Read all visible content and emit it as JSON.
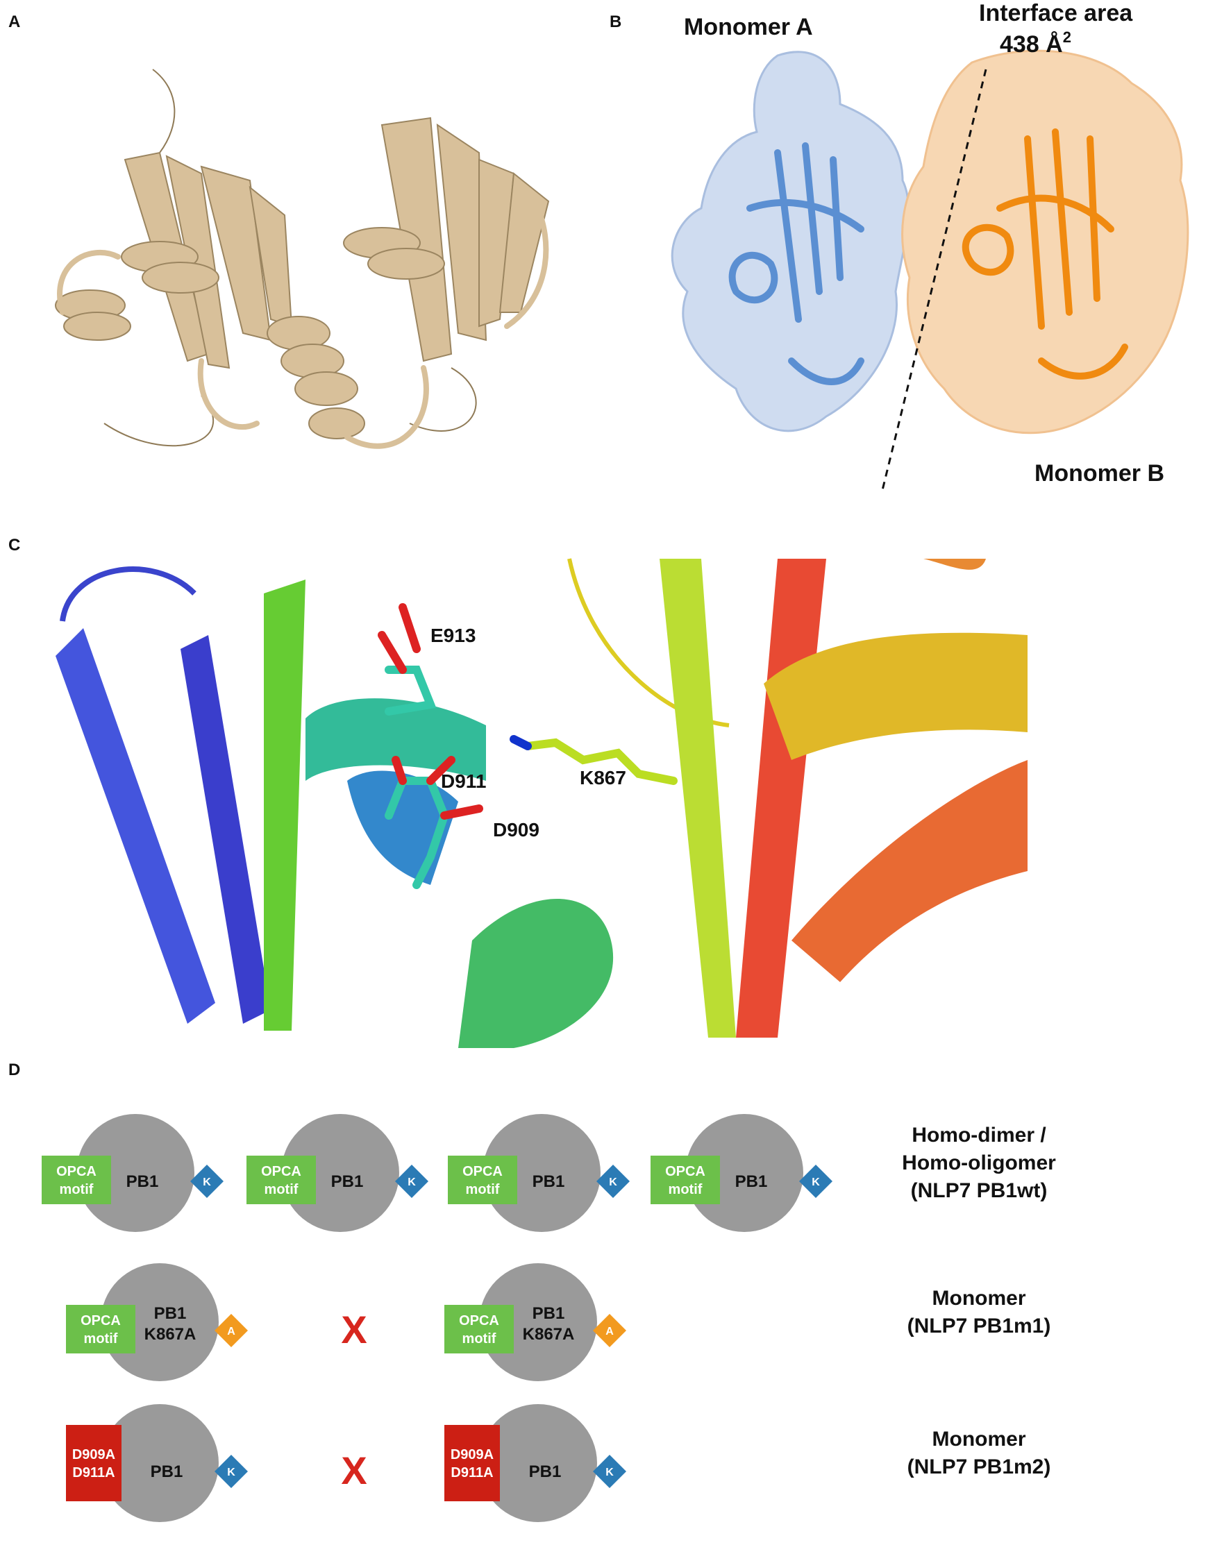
{
  "panel_labels": {
    "a": "A",
    "b": "B",
    "c": "C",
    "d": "D"
  },
  "panel_b": {
    "monomer_a": "Monomer A",
    "monomer_b": "Monomer B",
    "interface_line1": "Interface area",
    "interface_value": "438 Å",
    "interface_sup": "2"
  },
  "panel_c": {
    "residues": [
      "E913",
      "D911",
      "D909",
      "K867"
    ]
  },
  "panel_d": {
    "rows": [
      {
        "units": [
          {
            "box_line1": "OPCA",
            "box_line2": "motif",
            "box_kind": "opca",
            "circle_line1": "PB1",
            "circle_line2": "",
            "diamond": "K"
          },
          {
            "box_line1": "OPCA",
            "box_line2": "motif",
            "box_kind": "opca",
            "circle_line1": "PB1",
            "circle_line2": "",
            "diamond": "K"
          },
          {
            "box_line1": "OPCA",
            "box_line2": "motif",
            "box_kind": "opca",
            "circle_line1": "PB1",
            "circle_line2": "",
            "diamond": "K"
          },
          {
            "box_line1": "OPCA",
            "box_line2": "motif",
            "box_kind": "opca",
            "circle_line1": "PB1",
            "circle_line2": "",
            "diamond": "K"
          }
        ],
        "cross": "",
        "label": [
          "Homo-dimer /",
          "Homo-oligomer",
          "(NLP7 PB1wt)"
        ]
      },
      {
        "units": [
          {
            "box_line1": "OPCA",
            "box_line2": "motif",
            "box_kind": "opca",
            "circle_line1": "PB1",
            "circle_line2": "K867A",
            "diamond": "A"
          },
          {
            "box_line1": "OPCA",
            "box_line2": "motif",
            "box_kind": "opca",
            "circle_line1": "PB1",
            "circle_line2": "K867A",
            "diamond": "A"
          }
        ],
        "cross": "X",
        "label": [
          "Monomer",
          "(NLP7 PB1m1)"
        ]
      },
      {
        "units": [
          {
            "box_line1": "D909A",
            "box_line2": "D911A",
            "box_kind": "mut",
            "circle_line1": "PB1",
            "circle_line2": "",
            "diamond": "K"
          },
          {
            "box_line1": "D909A",
            "box_line2": "D911A",
            "box_kind": "mut",
            "circle_line1": "PB1",
            "circle_line2": "",
            "diamond": "K"
          }
        ],
        "cross": "X",
        "label": [
          "Monomer",
          "(NLP7 PB1m2)"
        ]
      }
    ]
  },
  "colors": {
    "opca_green": "#6cc04a",
    "mutant_red": "#cc1f14",
    "pb1_gray": "#9a9a9a",
    "lys_blue": "#2b7bb5",
    "ala_orange": "#f29a1f",
    "cross_red": "#d7261e",
    "monomer_a_blue": "#5b8fd2",
    "monomer_b_orange": "#f08a10",
    "ribbon_tan": "#d8c09a"
  }
}
